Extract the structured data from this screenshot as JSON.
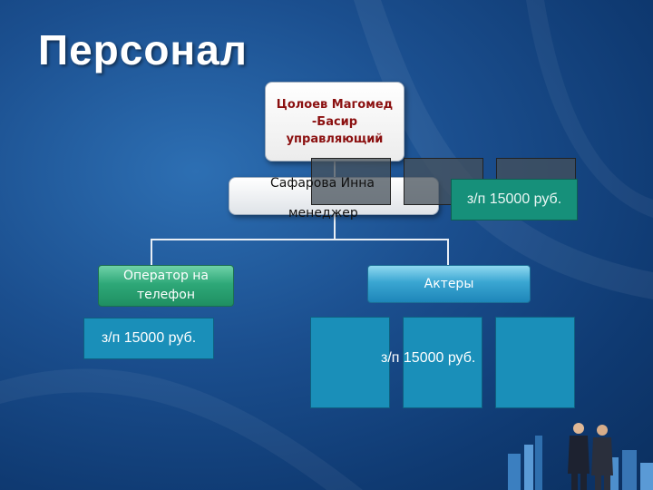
{
  "slide": {
    "title": "Персонал"
  },
  "org": {
    "ceo": {
      "line1": "Цолоев Магомед",
      "line2": "-Басир",
      "line3": "управляющий"
    },
    "manager": {
      "name": "Сафарова Инна",
      "role": "менеджер",
      "salary": "з/п 15000 руб."
    },
    "operator": {
      "line1": "Оператор на",
      "line2": "телефон",
      "salary": "з/п 15000 руб."
    },
    "actors": {
      "label": "Актеры",
      "salary": "з/п 15000 руб."
    }
  }
}
